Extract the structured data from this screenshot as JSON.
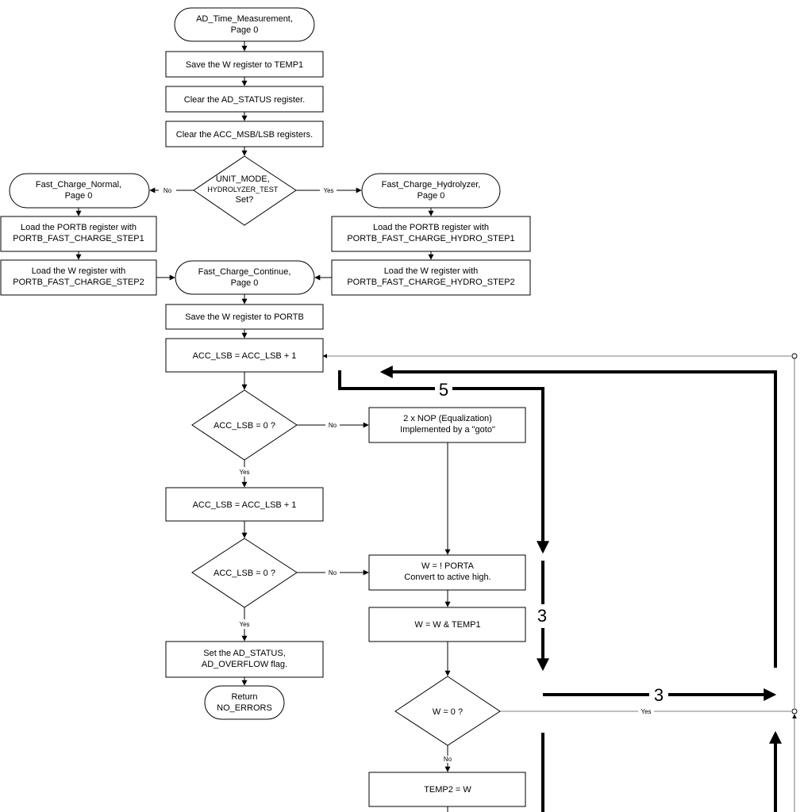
{
  "nodes": {
    "start": [
      "AD_Time_Measurement,",
      "Page 0"
    ],
    "save_w_temp1": [
      "Save the W register to TEMP1"
    ],
    "clear_ad_status": [
      "Clear the AD_STATUS register."
    ],
    "clear_acc": [
      "Clear the ACC_MSB/LSB registers."
    ],
    "unit_mode": [
      "UNIT_MODE,",
      "HYDROLYZER_TEST",
      "Set?"
    ],
    "fast_charge_normal": [
      "Fast_Charge_Normal,",
      "Page 0"
    ],
    "fast_charge_hydrolyzer": [
      "Fast_Charge_Hydrolyzer,",
      "Page 0"
    ],
    "load_portb_step1": [
      "Load the PORTB register with",
      "PORTB_FAST_CHARGE_STEP1"
    ],
    "load_portb_hydro1": [
      "Load the PORTB register with",
      "PORTB_FAST_CHARGE_HYDRO_STEP1"
    ],
    "load_w_step2": [
      "Load the W register with",
      "PORTB_FAST_CHARGE_STEP2"
    ],
    "fast_charge_continue": [
      "Fast_Charge_Continue,",
      "Page 0"
    ],
    "load_w_hydro2": [
      "Load the W register with",
      "PORTB_FAST_CHARGE_HYDRO_STEP2"
    ],
    "save_w_portb": [
      "Save the W register to PORTB"
    ],
    "acc_inc_1": [
      "ACC_LSB = ACC_LSB + 1"
    ],
    "acc_zero_1": [
      "ACC_LSB = 0 ?"
    ],
    "nop": [
      "2 x NOP (Equalization)",
      "Implemented by a \"goto\""
    ],
    "acc_inc_2": [
      "ACC_LSB = ACC_LSB + 1"
    ],
    "acc_zero_2": [
      "ACC_LSB = 0 ?"
    ],
    "w_porta": [
      "W = ! PORTA",
      "Convert to active high."
    ],
    "w_and_temp1": [
      "W = W & TEMP1"
    ],
    "set_overflow": [
      "Set the AD_STATUS,",
      "AD_OVERFLOW flag."
    ],
    "return_no_errors": [
      "Return",
      "NO_ERRORS"
    ],
    "w_zero": [
      "W = 0 ?"
    ],
    "temp2_w": [
      "TEMP2 = W"
    ]
  },
  "edge_labels": {
    "no_unit_mode": "No",
    "yes_unit_mode": "Yes",
    "no_acc_1": "No",
    "yes_acc_1": "Yes",
    "no_acc_2": "No",
    "yes_acc_2": "Yes",
    "yes_w_zero": "Yes",
    "no_w_zero": "No"
  },
  "annotations": {
    "cycles_top": "5",
    "cycles_right": "3",
    "cycles_horizontal": "3"
  }
}
